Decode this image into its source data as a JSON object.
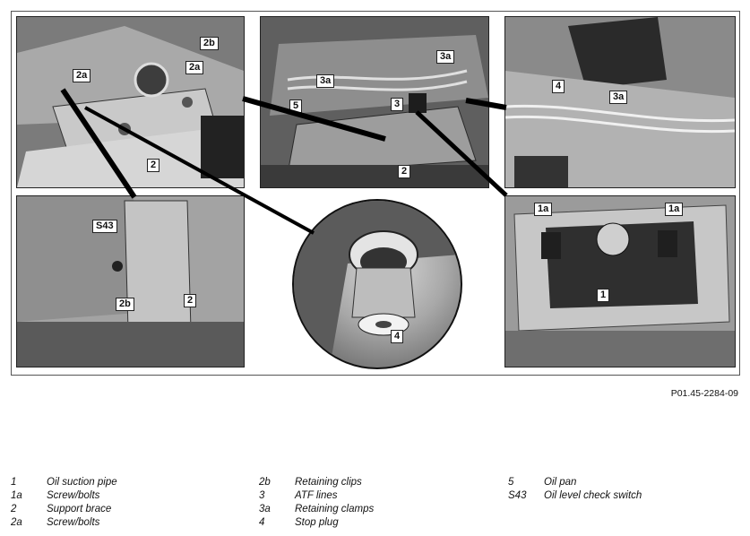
{
  "callouts": {
    "p1": [
      "2b",
      "2a",
      "2a",
      "2"
    ],
    "p2": [
      "3a",
      "3a",
      "5",
      "3",
      "2"
    ],
    "p3": [
      "4",
      "3a"
    ],
    "p4": [
      "S43",
      "2b",
      "2"
    ],
    "p5": [
      "4"
    ],
    "p6": [
      "1a",
      "1a",
      "1"
    ]
  },
  "reference_code": "P01.45-2284-09",
  "legend": {
    "col1": [
      {
        "num": "1",
        "text": "Oil suction pipe"
      },
      {
        "num": "1a",
        "text": "Screw/bolts"
      },
      {
        "num": "2",
        "text": "Support brace"
      },
      {
        "num": "2a",
        "text": "Screw/bolts"
      }
    ],
    "col2": [
      {
        "num": "2b",
        "text": "Retaining clips"
      },
      {
        "num": "3",
        "text": "ATF lines"
      },
      {
        "num": "3a",
        "text": "Retaining clamps"
      },
      {
        "num": "4",
        "text": "Stop plug"
      }
    ],
    "col3": [
      {
        "num": "5",
        "text": "Oil pan"
      },
      {
        "num": "S43",
        "text": "Oil level check switch"
      }
    ]
  }
}
